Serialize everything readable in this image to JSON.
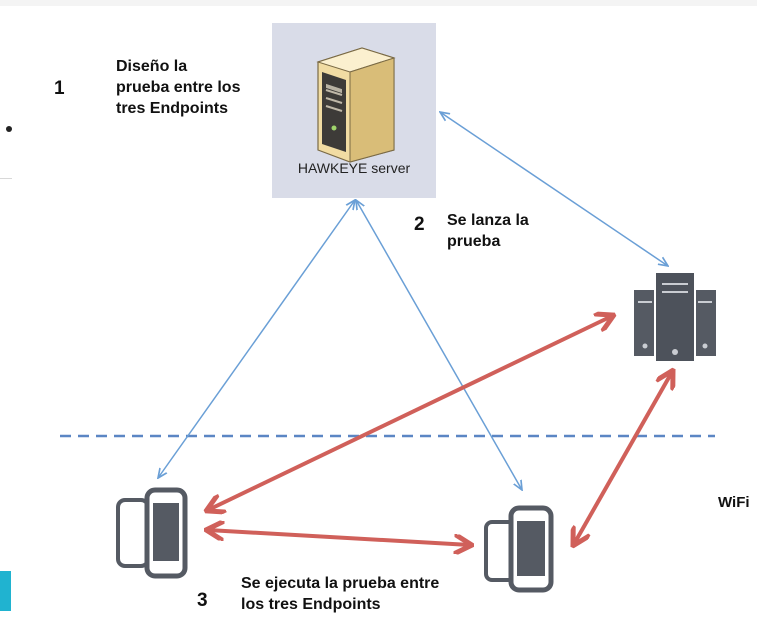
{
  "server": {
    "label": "HAWKEYE server",
    "icon": "tower-server-icon"
  },
  "steps": [
    {
      "number": "1",
      "text": "Diseño la\nprueba entre los\ntres Endpoints"
    },
    {
      "number": "2",
      "text": "Se lanza la\nprueba"
    },
    {
      "number": "3",
      "text": "Se ejecuta la prueba entre\nlos tres Endpoints"
    }
  ],
  "network_label": "WiFi",
  "endpoints": [
    {
      "icon": "smartphones-icon"
    },
    {
      "icon": "smartphones-icon"
    },
    {
      "icon": "server-rack-icon"
    }
  ],
  "colors": {
    "control_arrow": "#6a9fd6",
    "test_arrow": "#d0605a",
    "divider": "#5b86c4",
    "device": "#555a63",
    "server_box": "#d9dce8"
  }
}
